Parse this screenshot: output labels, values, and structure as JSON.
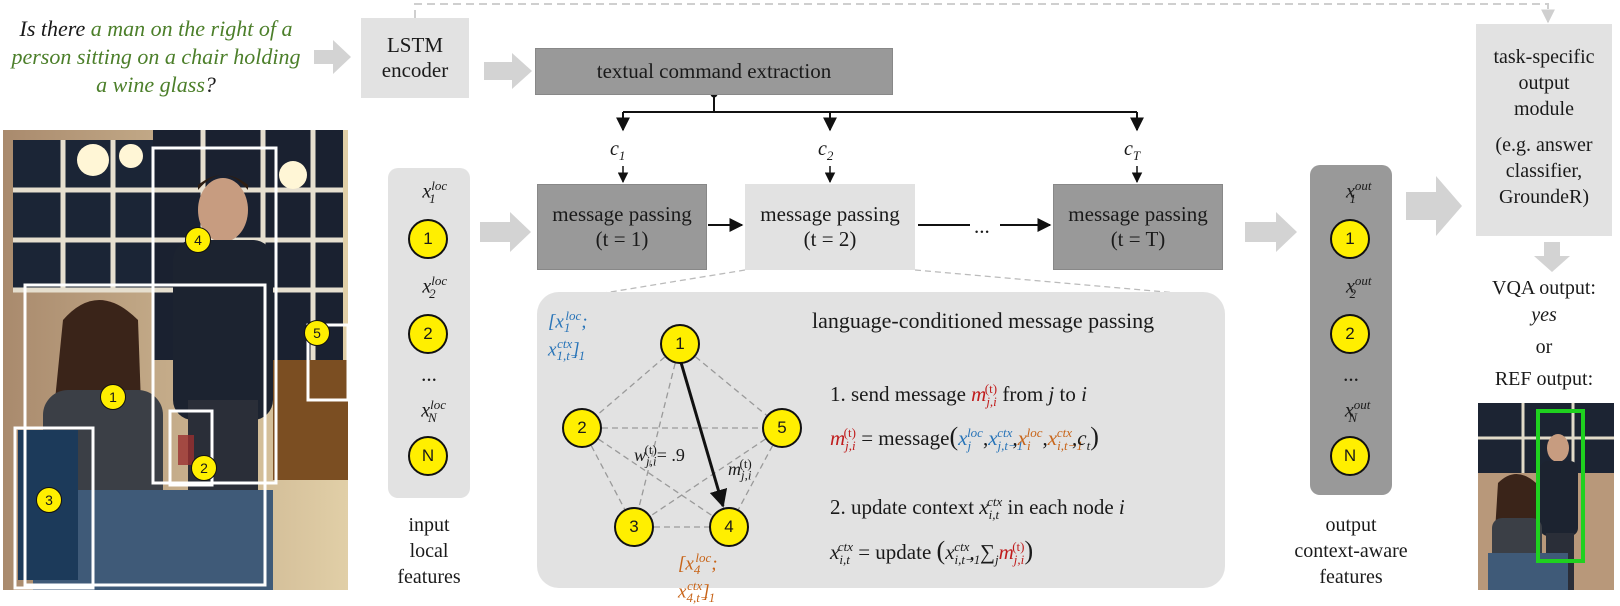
{
  "question": {
    "prefix": "Is there ",
    "highlight": "a man on the right of a person sitting on a chair holding a wine glass",
    "suffix": "?",
    "prefix_color": "#1a1a1a",
    "highlight_color": "#4c7f2a"
  },
  "lstm_encoder": {
    "line1": "LSTM",
    "line2": "encoder"
  },
  "textual_command": "textual command extraction",
  "commands": {
    "c1": "c",
    "c1_sub": "1",
    "c2": "c",
    "c2_sub": "2",
    "cT": "c",
    "cT_sub": "T"
  },
  "message_passing": {
    "label": "message passing",
    "steps": [
      "(t = 1)",
      "(t = 2)",
      "(t = T)"
    ],
    "ellipsis": "..."
  },
  "input_features": {
    "nodes": [
      "1",
      "2",
      "N"
    ],
    "x_labels": [
      {
        "base": "x",
        "sub": "1",
        "sup": "loc"
      },
      {
        "base": "x",
        "sub": "2",
        "sup": "loc"
      },
      {
        "base": "x",
        "sub": "N",
        "sup": "loc"
      }
    ],
    "ellipsis": "...",
    "caption": [
      "input",
      "local",
      "features"
    ]
  },
  "output_features": {
    "nodes": [
      "1",
      "2",
      "N"
    ],
    "x_labels": [
      {
        "base": "x",
        "sub": "1",
        "sup": "out"
      },
      {
        "base": "x",
        "sub": "2",
        "sup": "out"
      },
      {
        "base": "x",
        "sub": "N",
        "sup": "out"
      }
    ],
    "ellipsis": "...",
    "caption": [
      "output",
      "context-aware",
      "features"
    ]
  },
  "task_module": {
    "lines": [
      "task-specific",
      "output",
      "module"
    ],
    "example_lines": [
      "(e.g. answer",
      "classifier,",
      "GroundeR)"
    ]
  },
  "outputs": {
    "vqa_label": "VQA output:",
    "vqa_answer": "yes",
    "or": "or",
    "ref_label": "REF output:"
  },
  "detail": {
    "title": "language-conditioned message passing",
    "graph_nodes": [
      "1",
      "2",
      "3",
      "4",
      "5"
    ],
    "weight_label": "= .9",
    "step1": {
      "prefix": "1. send message ",
      "mid": " from ",
      "j": "j",
      "to": " to ",
      "i": "i"
    },
    "eq1": {
      "eq": " = message",
      "args_sep": ",",
      "c": "c",
      "c_sub": "t"
    },
    "step2": {
      "prefix": "2. update context ",
      "suffix": " in each node ",
      "i": "i"
    },
    "eq2": {
      "eq": " = update ",
      "sum": "∑",
      "sum_sub": "j"
    }
  },
  "photo_boxes": [
    "1",
    "2",
    "3",
    "4",
    "5"
  ],
  "colors": {
    "light_box": "#e2e2e2",
    "mid_box": "#bdbdbd",
    "dark_box": "#999999",
    "node_fill": "#ffef00",
    "green_text": "#4c7f2a",
    "blue": "#2874b8",
    "red": "#c01c1c",
    "orange": "#c86418",
    "ref_box": "#1fd11f"
  }
}
